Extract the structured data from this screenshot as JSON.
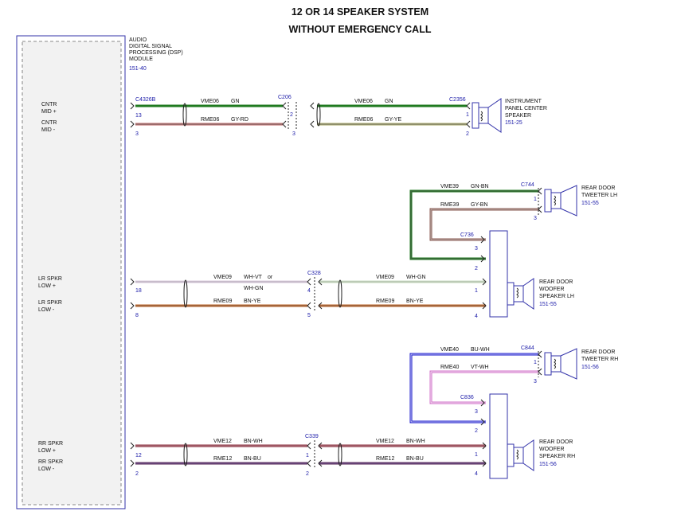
{
  "title": {
    "line1": "12 OR 14 SPEAKER SYSTEM",
    "line2": "WITHOUT EMERGENCY CALL"
  },
  "dsp": {
    "line1": "AUDIO",
    "line2": "DIGITAL SIGNAL",
    "line3": "PROCESSING (DSP)",
    "line4": "MODULE",
    "ref": "151-40"
  },
  "left_labels": {
    "cntr_mid_plus_1": "CNTR",
    "cntr_mid_plus_2": "MID +",
    "cntr_mid_minus_1": "CNTR",
    "cntr_mid_minus_2": "MID -",
    "lr_spkr_low_plus_1": "LR SPKR",
    "lr_spkr_low_plus_2": "LOW +",
    "lr_spkr_low_minus_1": "LR SPKR",
    "lr_spkr_low_minus_2": "LOW -",
    "rr_spkr_low_plus_1": "RR SPKR",
    "rr_spkr_low_plus_2": "LOW +",
    "rr_spkr_low_minus_1": "RR SPKR",
    "rr_spkr_low_minus_2": "LOW -"
  },
  "connectors": {
    "c4326b": "C4326B",
    "c206": "C206",
    "c2356": "C2356",
    "c744": "C744",
    "c736": "C736",
    "c328": "C328",
    "c844": "C844",
    "c836": "C836",
    "c339": "C339"
  },
  "circuits": {
    "vme06": "VME06",
    "rme06": "RME06",
    "vme39": "VME39",
    "rme39": "RME39",
    "vme09": "VME09",
    "rme09": "RME09",
    "vme40": "VME40",
    "rme40": "RME40",
    "vme12": "VME12",
    "rme12": "RME12"
  },
  "colors": {
    "gn": "GN",
    "gy_rd": "GY-RD",
    "gy_ye": "GY-YE",
    "gn_bn": "GN-BN",
    "gy_bn": "GY-BN",
    "wh_vt": "WH-VT",
    "or": "or",
    "wh_gn": "WH-GN",
    "bn_ye": "BN-YE",
    "bu_wh": "BU-WH",
    "vt_wh": "VT-WH",
    "bn_wh": "BN-WH",
    "bn_bu": "BN-BU"
  },
  "pins": {
    "p13": "13",
    "p3": "3",
    "p2": "2",
    "p1": "1",
    "p18": "18",
    "p8": "8",
    "p4": "4",
    "p5": "5",
    "p12": "12"
  },
  "speakers": {
    "ip_center": {
      "l1": "INSTRUMENT",
      "l2": "PANEL CENTER",
      "l3": "SPEAKER",
      "ref": "151-25"
    },
    "tweeter_lh": {
      "l1": "REAR DOOR",
      "l2": "TWEETER LH",
      "ref": "151-55"
    },
    "woofer_lh": {
      "l1": "REAR DOOR",
      "l2": "WOOFER",
      "l3": "SPEAKER LH",
      "ref": "151-55"
    },
    "tweeter_rh": {
      "l1": "REAR DOOR",
      "l2": "TWEETER RH",
      "ref": "151-56"
    },
    "woofer_rh": {
      "l1": "REAR DOOR",
      "l2": "WOOFER",
      "l3": "SPEAKER RH",
      "ref": "151-56"
    }
  },
  "wire_colors": {
    "green": "#1f7a1f",
    "gy_rd": "#c06060",
    "gy_ye": "#a8a860",
    "gy_bn": "#8a5a50",
    "wh_vt": "#d8c8dc",
    "wh_gn": "#c8dcc0",
    "bn_ye": "#b8632a",
    "blue": "#1a1acc",
    "vt_wh": "#d070c8",
    "bn_wh": "#8a2a3a",
    "bn_bu": "#5a2a5a",
    "link": "#3030b0"
  }
}
